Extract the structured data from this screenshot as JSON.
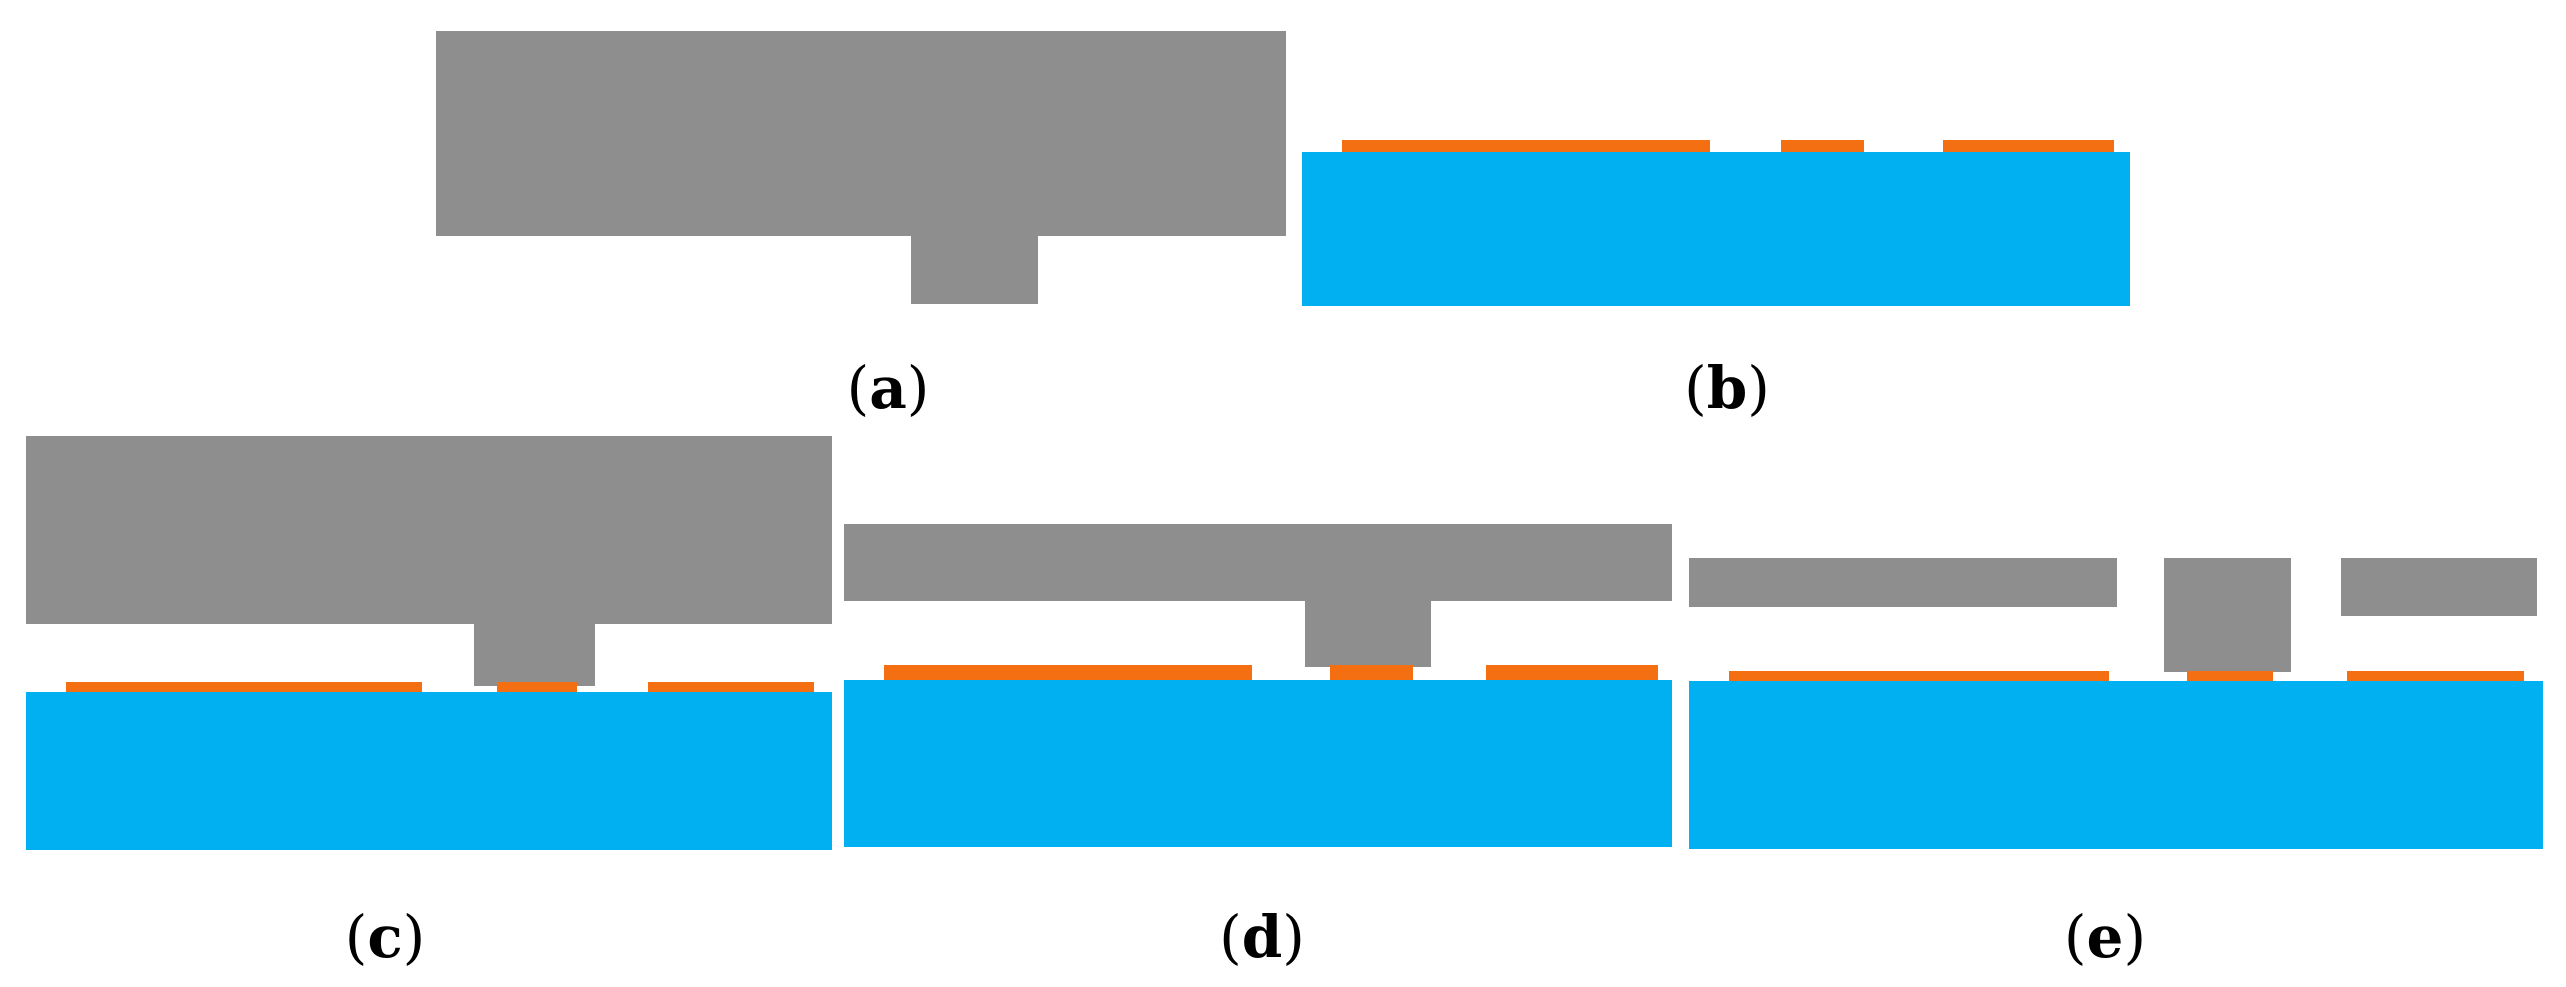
{
  "colors": {
    "mold": "#8e8e8e",
    "substrate": "#00b0f0",
    "electrode": "#f36f12",
    "background": "#ffffff",
    "label_text": "#000000"
  },
  "panels": [
    {
      "id": "a",
      "label": "a",
      "paren_open": "(",
      "paren_close": ")"
    },
    {
      "id": "b",
      "label": "b",
      "paren_open": "(",
      "paren_close": ")"
    },
    {
      "id": "c",
      "label": "c",
      "paren_open": "(",
      "paren_close": ")"
    },
    {
      "id": "d",
      "label": "d",
      "paren_open": "(",
      "paren_close": ")"
    },
    {
      "id": "e",
      "label": "e",
      "paren_open": "(",
      "paren_close": ")"
    }
  ]
}
